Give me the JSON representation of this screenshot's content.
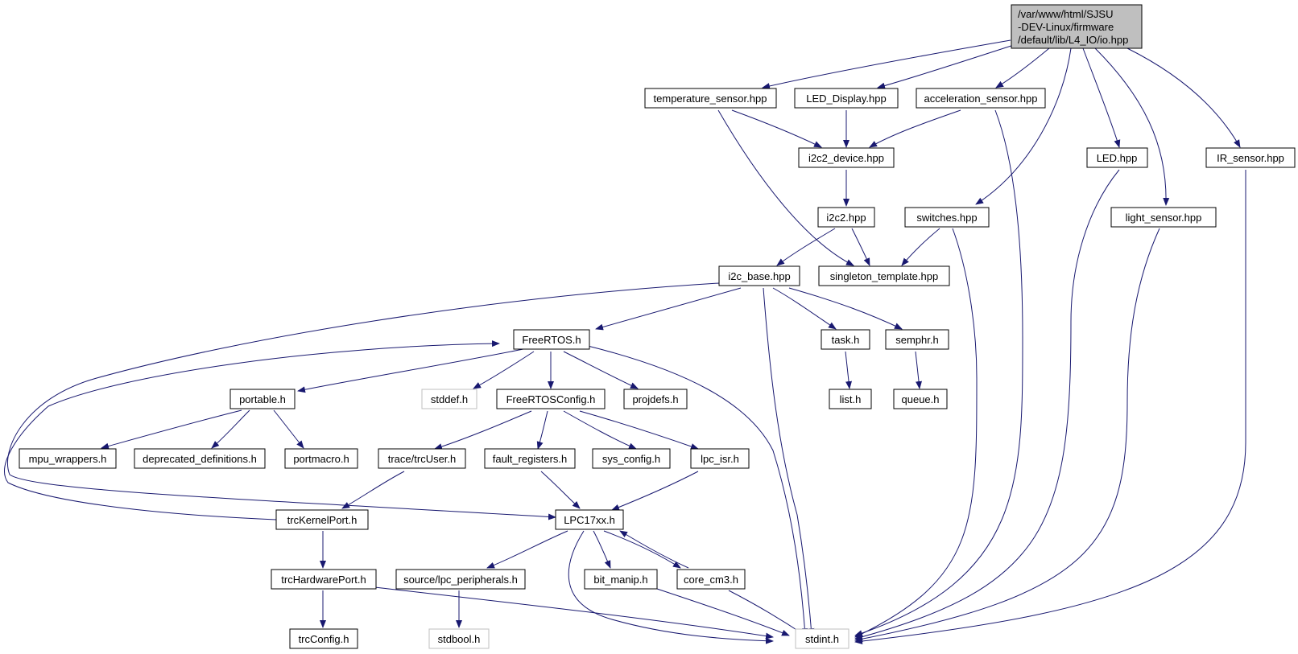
{
  "root": {
    "lines": [
      "/var/www/html/SJSU",
      "-DEV-Linux/firmware",
      "/default/lib/L4_IO/io.hpp"
    ]
  },
  "nodes": {
    "temperature_sensor": "temperature_sensor.hpp",
    "led_display": "LED_Display.hpp",
    "acceleration_sensor": "acceleration_sensor.hpp",
    "i2c2_device": "i2c2_device.hpp",
    "led": "LED.hpp",
    "ir_sensor": "IR_sensor.hpp",
    "i2c2": "i2c2.hpp",
    "switches": "switches.hpp",
    "light_sensor": "light_sensor.hpp",
    "i2c_base": "i2c_base.hpp",
    "singleton_template": "singleton_template.hpp",
    "freertos": "FreeRTOS.h",
    "task": "task.h",
    "semphr": "semphr.h",
    "portable": "portable.h",
    "stddef": "stddef.h",
    "freertosconfig": "FreeRTOSConfig.h",
    "projdefs": "projdefs.h",
    "list": "list.h",
    "queue": "queue.h",
    "mpu_wrappers": "mpu_wrappers.h",
    "deprecated_definitions": "deprecated_definitions.h",
    "portmacro": "portmacro.h",
    "trcuser": "trace/trcUser.h",
    "fault_registers": "fault_registers.h",
    "sys_config": "sys_config.h",
    "lpc_isr": "lpc_isr.h",
    "trckernelport": "trcKernelPort.h",
    "lpc17xx": "LPC17xx.h",
    "trchardwareport": "trcHardwarePort.h",
    "lpc_peripherals": "source/lpc_peripherals.h",
    "bit_manip": "bit_manip.h",
    "core_cm3": "core_cm3.h",
    "trcconfig": "trcConfig.h",
    "stdbool": "stdbool.h",
    "stdint": "stdint.h"
  },
  "colors": {
    "edge": "#191970",
    "border": "#000000",
    "missing_border": "#bfbfbf",
    "root_fill": "#bfbfbf",
    "node_fill": "#ffffff"
  }
}
